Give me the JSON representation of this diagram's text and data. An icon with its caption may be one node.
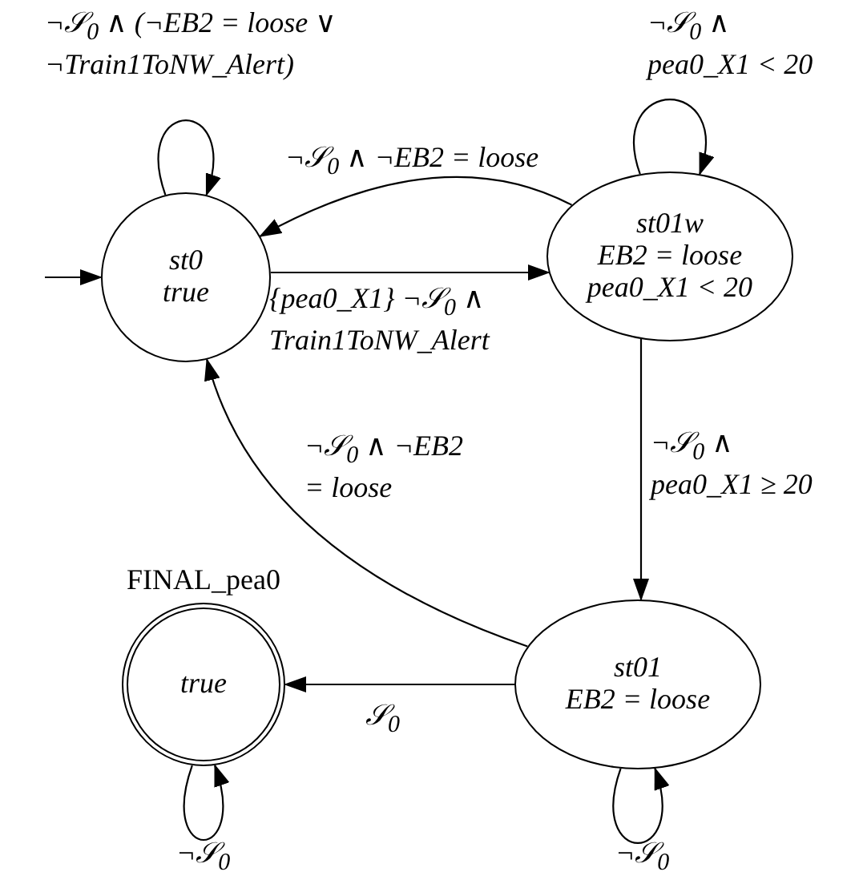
{
  "diagram": {
    "nodes": [
      {
        "text": [
          "st0",
          "true"
        ]
      },
      {
        "text": [
          "st01w",
          "EB2 = loose",
          "pea0_X1 < 20"
        ]
      },
      {
        "text": [
          "st01",
          "EB2 = loose"
        ]
      },
      {
        "text": [
          "true"
        ],
        "beside": [
          "FINAL_pea0"
        ]
      }
    ],
    "edges": [
      {
        "from": null,
        "to": 0,
        "arrow": "to"
      },
      {
        "from": 0,
        "to": 0,
        "arrow": "to",
        "label": "¬𝒮$_{0}$ ∧ (¬EB2 = loose ∨ ¬Train1ToNW_Alert)"
      },
      {
        "from": 1,
        "to": 0,
        "arrow": "to",
        "label": "¬𝒮$_{0}$ ∧ ¬EB2 = loose"
      },
      {
        "from": 0,
        "to": 1,
        "arrow": "to",
        "label": "{pea0_X1} ¬𝒮$_{0}$ ∧ Train1ToNW_Alert"
      },
      {
        "from": 1,
        "to": 1,
        "arrow": "to",
        "label": "¬𝒮$_{0}$ ∧ pea0_X1 < 20"
      },
      {
        "from": 1,
        "to": 2,
        "arrow": "to",
        "label": "¬𝒮$_{0}$ ∧ pea0_X1 ≥ 20"
      },
      {
        "from": 2,
        "to": 0,
        "arrow": "to",
        "label": "¬𝒮$_{0}$ ∧ ¬EB2 = loose"
      },
      {
        "from": 2,
        "to": 3,
        "arrow": "to",
        "label": "𝒮$_{0}$"
      },
      {
        "from": 3,
        "to": 3,
        "arrow": "to",
        "label": "¬𝒮$_{0}$"
      },
      {
        "from": 2,
        "to": 2,
        "arrow": "to",
        "label": "¬𝒮$_{0}$"
      }
    ]
  }
}
